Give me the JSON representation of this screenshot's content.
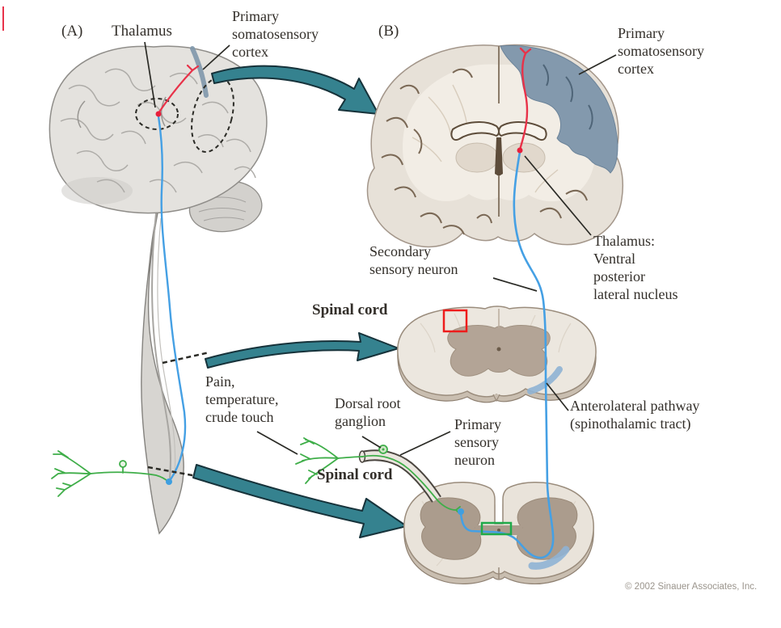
{
  "figure": {
    "panel_a_tag": "(A)",
    "panel_b_tag": "(B)",
    "labels": {
      "thalamus": "Thalamus",
      "primary_somatosensory_cortex_a": "Primary\nsomatosensory\ncortex",
      "primary_somatosensory_cortex_b": "Primary\nsomatosensory\ncortex",
      "secondary_sensory_neuron": "Secondary\nsensory neuron",
      "thalamus_vpl": "Thalamus:\nVentral\nposterior\nlateral nucleus",
      "spinal_cord_upper": "Spinal cord",
      "spinal_cord_lower": "Spinal cord",
      "anterolateral_pathway": "Anterolateral pathway\n(spinothalamic tract)",
      "pain_temperature_crude_touch": "Pain,\ntemperature,\ncrude touch",
      "dorsal_root_ganglion": "Dorsal root\nganglion",
      "primary_sensory_neuron": "Primary\nsensory\nneuron"
    },
    "copyright": "© 2002 Sinauer Associates, Inc.",
    "colors": {
      "pathway_red": "#e83249",
      "pathway_blue": "#45a0e4",
      "neuron_green": "#3fae49",
      "cortex_blue_gray": "#8399ad",
      "arrow_teal": "#35828f",
      "annotation_red_box": "#ee1c1c",
      "annotation_green_box": "#1faa4a"
    }
  }
}
